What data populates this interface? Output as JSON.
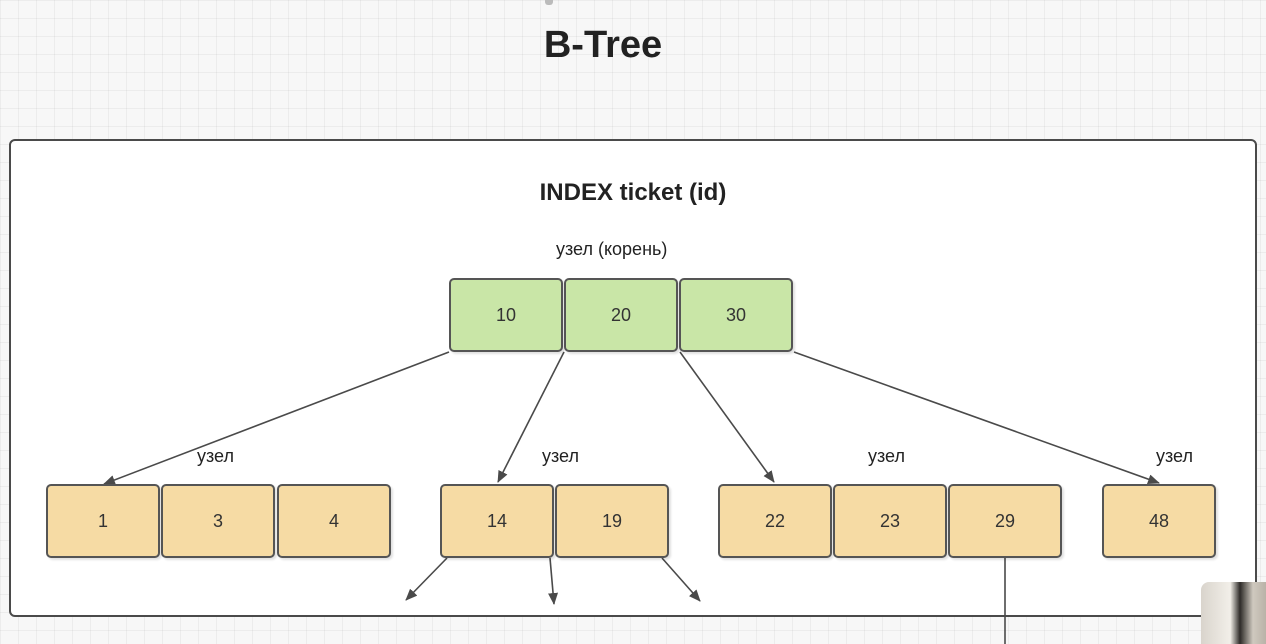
{
  "title": "B-Tree",
  "index": {
    "title": "INDEX ticket (id)"
  },
  "root": {
    "label": "узел (корень)",
    "keys": [
      "10",
      "20",
      "30"
    ]
  },
  "children": [
    {
      "label": "узел",
      "keys": [
        "1",
        "3",
        "4"
      ]
    },
    {
      "label": "узел",
      "keys": [
        "14",
        "19"
      ]
    },
    {
      "label": "узел",
      "keys": [
        "22",
        "23",
        "29"
      ]
    },
    {
      "label": "узел",
      "keys": [
        "48"
      ]
    }
  ],
  "colors": {
    "root_fill": "#c9e6a7",
    "leaf_fill": "#f6dba4",
    "border": "#555555"
  }
}
